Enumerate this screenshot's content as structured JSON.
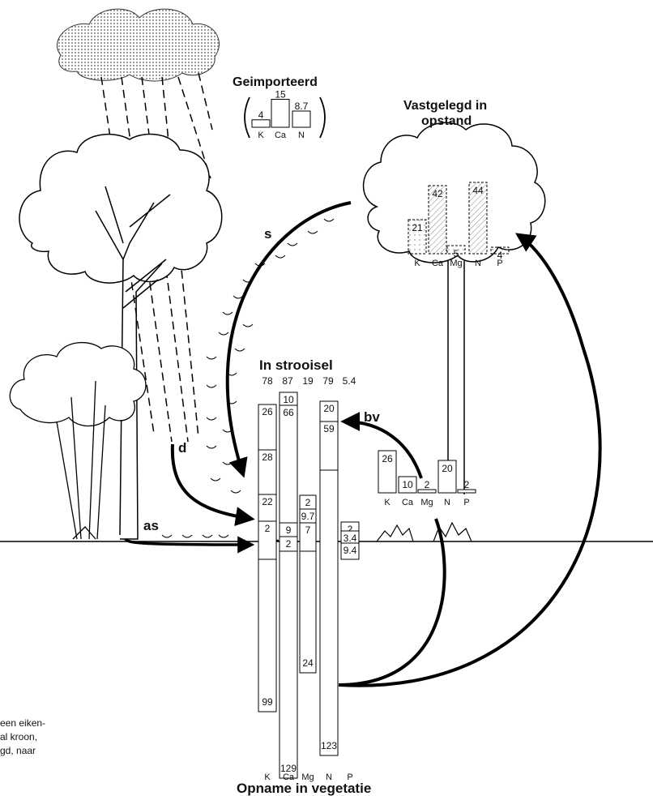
{
  "labels": {
    "imported_title": "Geimporteerd",
    "stand_title_1": "Vastgelegd  in",
    "stand_title_2": "opstand",
    "litter_title": "In  strooisel",
    "uptake_title": "Opname in vegetatie",
    "flow_s": "s",
    "flow_d": "d",
    "flow_as": "as",
    "flow_bv": "bv"
  },
  "caption_fragments": [
    "een eiken-",
    "al kroon,",
    "gd, naar"
  ],
  "imported": {
    "labels": [
      "K",
      "Ca",
      "N"
    ],
    "values": [
      "4",
      "15",
      "8.7"
    ]
  },
  "stand": {
    "labels": [
      "K",
      "Ca",
      "Mg",
      "N",
      "P"
    ],
    "values": [
      "21",
      "42",
      "5",
      "44",
      "4"
    ]
  },
  "ground": {
    "labels": [
      "K",
      "Ca",
      "Mg",
      "N",
      "P"
    ],
    "values": [
      "26",
      "10",
      "2",
      "20",
      "2"
    ]
  },
  "litter_totals": [
    "78",
    "87",
    "19",
    "79",
    "5.4"
  ],
  "columns": {
    "labels": [
      "K",
      "Ca",
      "Mg",
      "N",
      "P"
    ],
    "K": [
      "26",
      "28",
      "22",
      "2",
      "99"
    ],
    "Ca": [
      "10",
      "66",
      "9",
      "2",
      "129"
    ],
    "Mg": [
      "2",
      "9.7",
      "7",
      "24"
    ],
    "N": [
      "20",
      "59",
      "123"
    ],
    "P": [
      "2",
      "3.4",
      "9.4"
    ]
  },
  "chart_data": {
    "type": "bar",
    "categories": [
      "K",
      "Ca",
      "Mg",
      "N",
      "P"
    ],
    "series": [
      {
        "name": "Geimporteerd",
        "values": [
          4,
          15,
          null,
          8.7,
          null
        ]
      },
      {
        "name": "Vastgelegd in opstand",
        "values": [
          21,
          42,
          5,
          44,
          4
        ]
      },
      {
        "name": "In strooisel",
        "values": [
          78,
          87,
          19,
          79,
          5.4
        ]
      }
    ]
  }
}
